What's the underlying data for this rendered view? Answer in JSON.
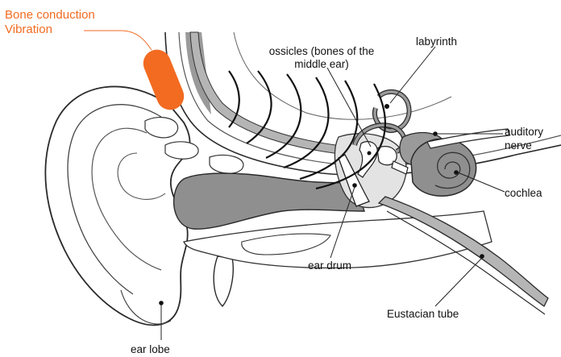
{
  "labels": {
    "bone_conduction_line1": "Bone conduction",
    "bone_conduction_line2": "Vibration",
    "ossicles_line1": "ossicles (bones of the",
    "ossicles_line2": "middle ear)",
    "labyrinth": "labyrinth",
    "auditory_line1": "auditory",
    "auditory_line2": "nerve",
    "cochlea": "cochlea",
    "ear_drum": "ear drum",
    "eustachian_tube": "Eustacian tube",
    "ear_lobe": "ear lobe"
  },
  "colors": {
    "accent": "#f26b21",
    "tissue_gray": "#8f8f8f",
    "light_gray": "#c9c9c9",
    "outline": "#2a2a2a"
  }
}
